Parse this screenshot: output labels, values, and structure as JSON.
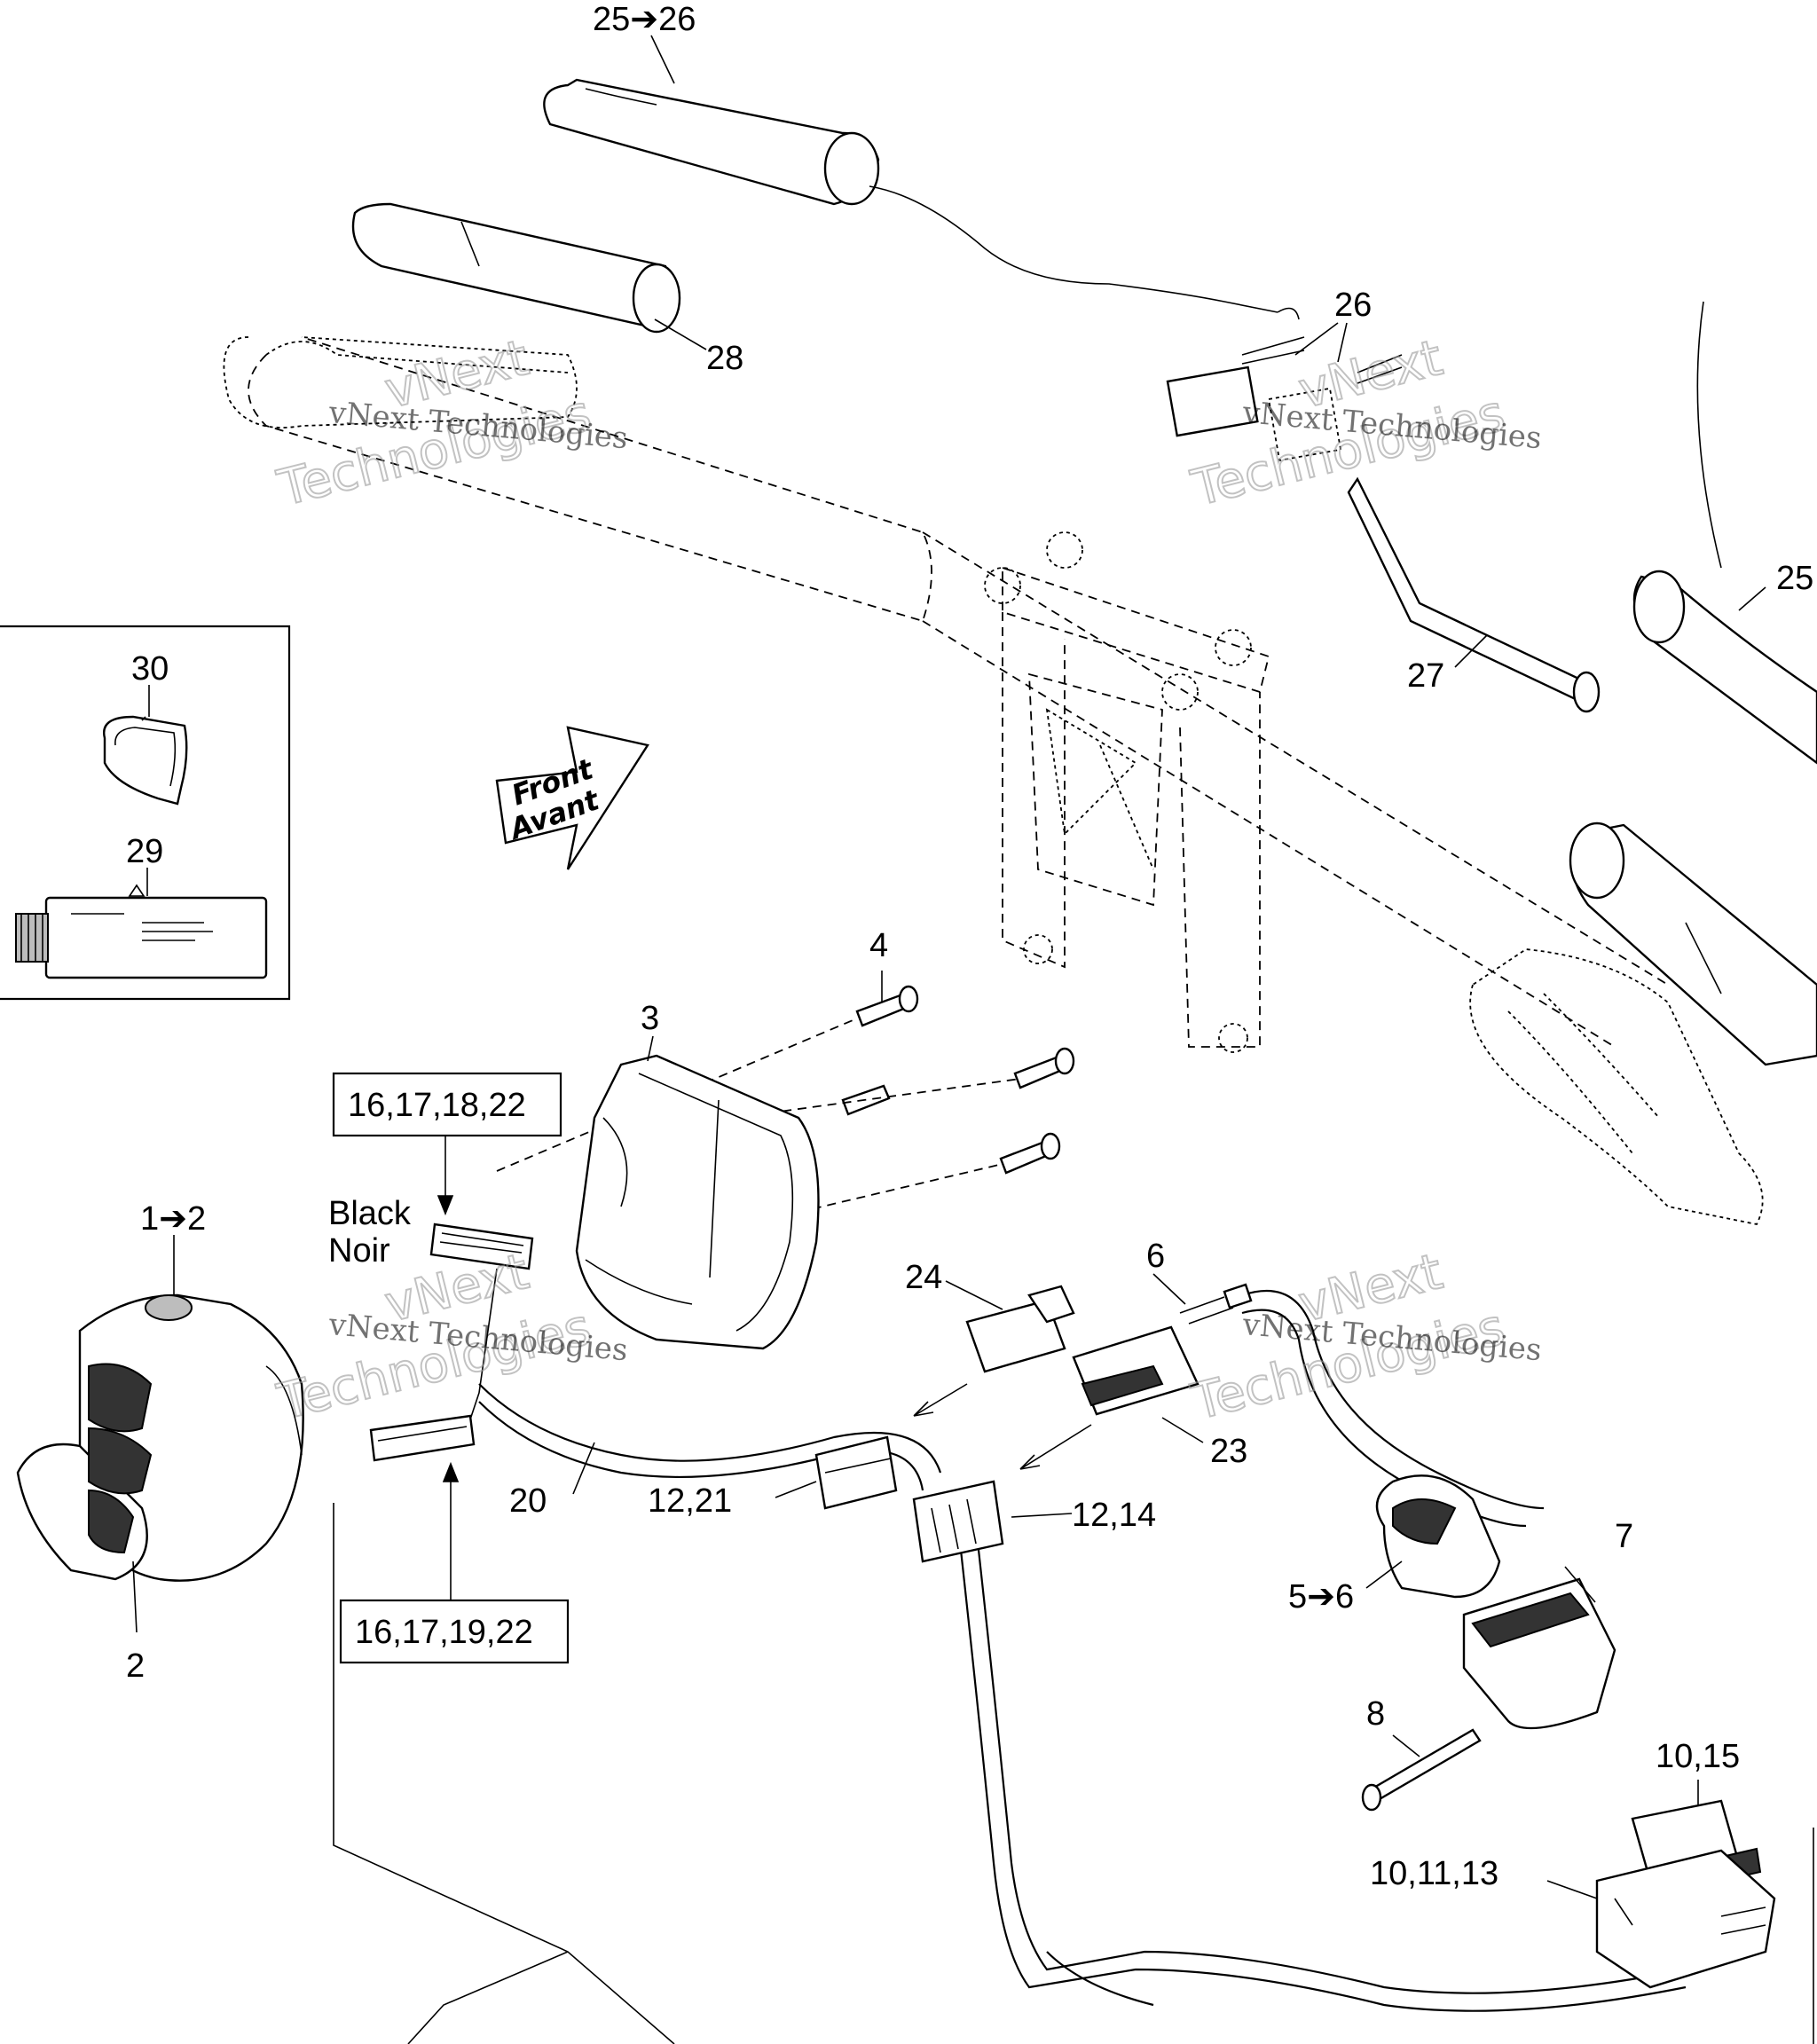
{
  "callouts": {
    "c25_26": "25➔26",
    "c26": "26",
    "c28": "28",
    "c25": "25",
    "c27": "27",
    "c30": "30",
    "c29": "29",
    "c4": "4",
    "c3": "3",
    "c1_2": "1➔2",
    "c2": "2",
    "c20": "20",
    "c12_21": "12,21",
    "c12_14": "12,14",
    "c24": "24",
    "c6": "6",
    "c23": "23",
    "c5_6": "5➔6",
    "c7": "7",
    "c8": "8",
    "c10_15": "10,15",
    "c10_11_13": "10,11,13"
  },
  "boxed": {
    "top": "16,17,18,22",
    "bottom": "16,17,19,22"
  },
  "connector_label": {
    "en": "Black",
    "fr": "Noir"
  },
  "direction_arrow": {
    "line1": "Front",
    "line2": "Avant"
  },
  "watermark": {
    "line_small": "vNext Technologies",
    "line_big_1": "vNext",
    "line_big_2": "Technologies"
  }
}
